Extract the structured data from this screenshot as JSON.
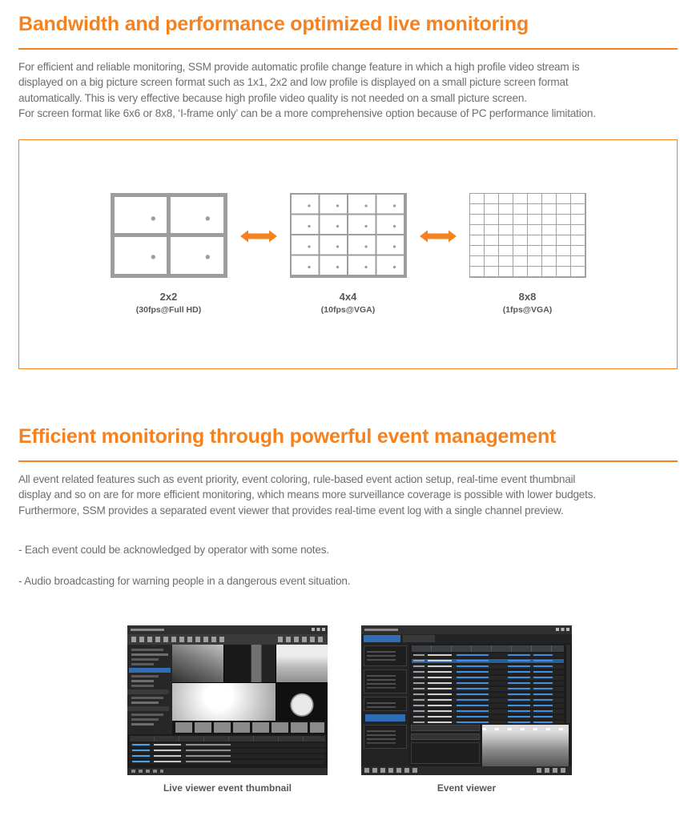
{
  "colors": {
    "accent_orange": "#f5821f",
    "body_text": "#6d6e71",
    "grid_gray": "#9d9d9d"
  },
  "section1": {
    "title": "Bandwidth and performance optimized live monitoring",
    "paragraph": "For efficient and reliable monitoring, SSM provide automatic profile change feature in which a high profile video stream is\ndisplayed on a big picture screen format such as 1x1, 2x2 and low profile is displayed on a small picture screen format\nautomatically. This is very effective because high profile video quality is not needed on a small picture screen.\nFor screen format like 6x6 or 8x8, ‘I-frame only’ can be a more comprehensive option because of PC performance limitation.",
    "grids": [
      {
        "label": "2x2",
        "sub": "(30fps@Full HD)"
      },
      {
        "label": "4x4",
        "sub": "(10fps@VGA)"
      },
      {
        "label": "8x8",
        "sub": "(1fps@VGA)"
      }
    ]
  },
  "section2": {
    "title": "Efficient monitoring through powerful event management",
    "paragraph": "All event related features such as event priority, event coloring, rule-based event action setup, real-time event thumbnail\ndisplay and so on are for more efficient monitoring, which means more surveillance coverage is possible with lower budgets.\nFurthermore, SSM provides a separated event viewer that provides real-time event log with a single channel preview.",
    "bullets": [
      "- Each event could be acknowledged by operator with some notes.",
      "- Audio broadcasting for warning people in a dangerous event situation."
    ],
    "captions": [
      "Live viewer event thumbnail",
      "Event viewer"
    ]
  }
}
